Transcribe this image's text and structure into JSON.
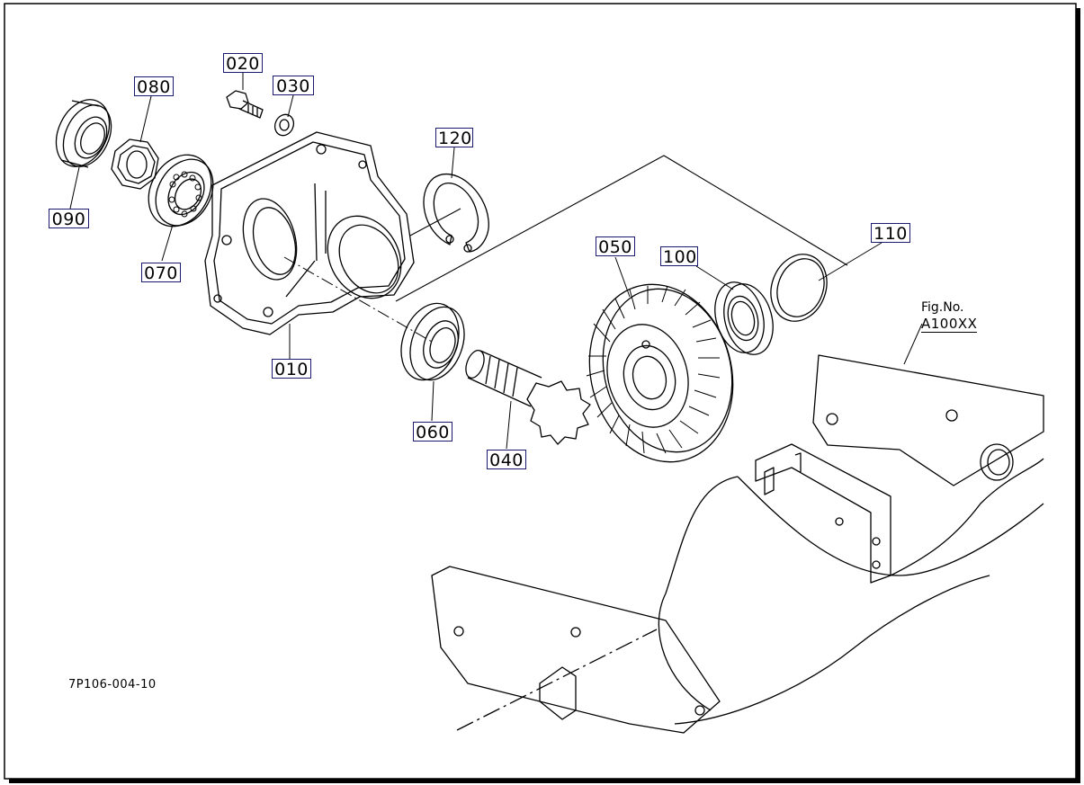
{
  "diagram": {
    "callouts": [
      {
        "id": "020",
        "label": "020"
      },
      {
        "id": "030",
        "label": "030"
      },
      {
        "id": "080",
        "label": "080"
      },
      {
        "id": "090",
        "label": "090"
      },
      {
        "id": "070",
        "label": "070"
      },
      {
        "id": "120",
        "label": "120"
      },
      {
        "id": "010",
        "label": "010"
      },
      {
        "id": "060",
        "label": "060"
      },
      {
        "id": "040",
        "label": "040"
      },
      {
        "id": "050",
        "label": "050"
      },
      {
        "id": "100",
        "label": "100"
      },
      {
        "id": "110",
        "label": "110"
      }
    ],
    "fig_reference": {
      "line1": "Fig.No.",
      "line2": "A100XX"
    },
    "document_id": "7P106-004-10"
  }
}
